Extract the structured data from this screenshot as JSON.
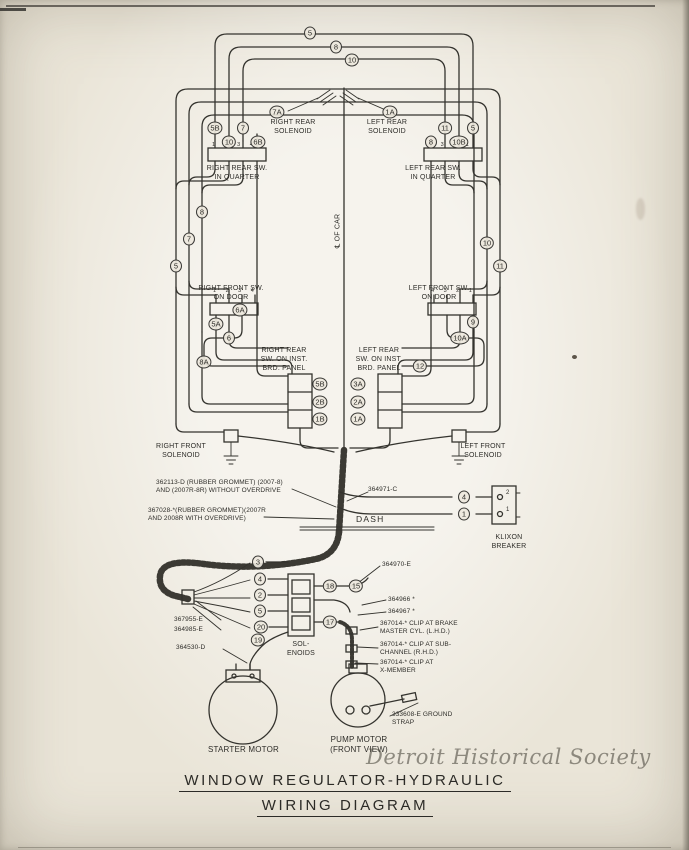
{
  "page": {
    "watermark": "Detroit Historical Society",
    "title_line1": "WINDOW REGULATOR-HYDRAULIC",
    "title_line2": "WIRING DIAGRAM"
  },
  "labels": {
    "right_rear_solenoid": "RIGHT REAR\nSOLENOID",
    "left_rear_solenoid": "LEFT REAR\nSOLENOID",
    "right_rear_sw_quarter": "RIGHT REAR SW.\nIN QUARTER",
    "left_rear_sw_quarter": "LEFT REAR SW.\nIN QUARTER",
    "center_of_car": "℄ OF CAR",
    "right_front_sw_door": "RIGHT FRONT SW.\nON DOOR",
    "left_front_sw_door": "LEFT FRONT SW.\nON DOOR",
    "right_rear_sw_inst": "RIGHT REAR\nSW. ON INST.\nBRD. PANEL",
    "left_rear_sw_inst": "LEFT REAR\nSW. ON INST.\nBRD. PANEL",
    "right_front_solenoid": "RIGHT FRONT\nSOLENOID",
    "left_front_solenoid": "LEFT FRONT\nSOLENOID",
    "grommet_without_od": "362113-D (RUBBER GROMMET) (2007-8)\nAND (2007R-8R) WITHOUT OVERDRIVE",
    "harness_364971": "364971-C",
    "grommet_with_od": "367028-*(RUBBER GROMMET)(2007R\nAND 2008R WITH OVERDRIVE)",
    "dash": "DASH",
    "klixon_breaker": "KLIXON\nBREAKER",
    "part_364970": "364970-E",
    "part_367955": "367955-E",
    "part_364985": "364985-E",
    "part_364530": "364530-D",
    "solenoids": "SOL-\nENOIDS",
    "part_364966": "364966 *",
    "part_364967": "364967 *",
    "clip_brake": "367014-* CLIP AT BRAKE\nMASTER CYL. (L.H.D.)",
    "clip_sub_channel": "367014-* CLIP AT SUB-\nCHANNEL (R.H.D.)",
    "clip_x_member": "367014-* CLIP AT\nX-MEMBER",
    "ground_strap": "333608-E GROUND\nSTRAP",
    "starter_motor": "STARTER MOTOR",
    "pump_motor": "PUMP MOTOR\n(FRONT VIEW)"
  },
  "terminal_rows": {
    "rr_quarter": "1 2 3 4",
    "lr_quarter": "4 3 2 1",
    "rf_door": "1 2 3 4",
    "lf_door": "4 3 2 1"
  },
  "klixon_terminals": [
    "2",
    "1"
  ],
  "callouts": [
    "5",
    "8",
    "10",
    "5B",
    "7",
    "10",
    "6B",
    "7A",
    "1A",
    "11",
    "5",
    "8",
    "10B",
    "8",
    "7",
    "5",
    "10",
    "11",
    "6A",
    "5A",
    "6",
    "8A",
    "9",
    "10A",
    "12",
    "5B",
    "2B",
    "1B",
    "3A",
    "2A",
    "1A",
    "4",
    "1",
    "3",
    "4",
    "2",
    "5",
    "20",
    "18",
    "15",
    "17",
    "19"
  ]
}
